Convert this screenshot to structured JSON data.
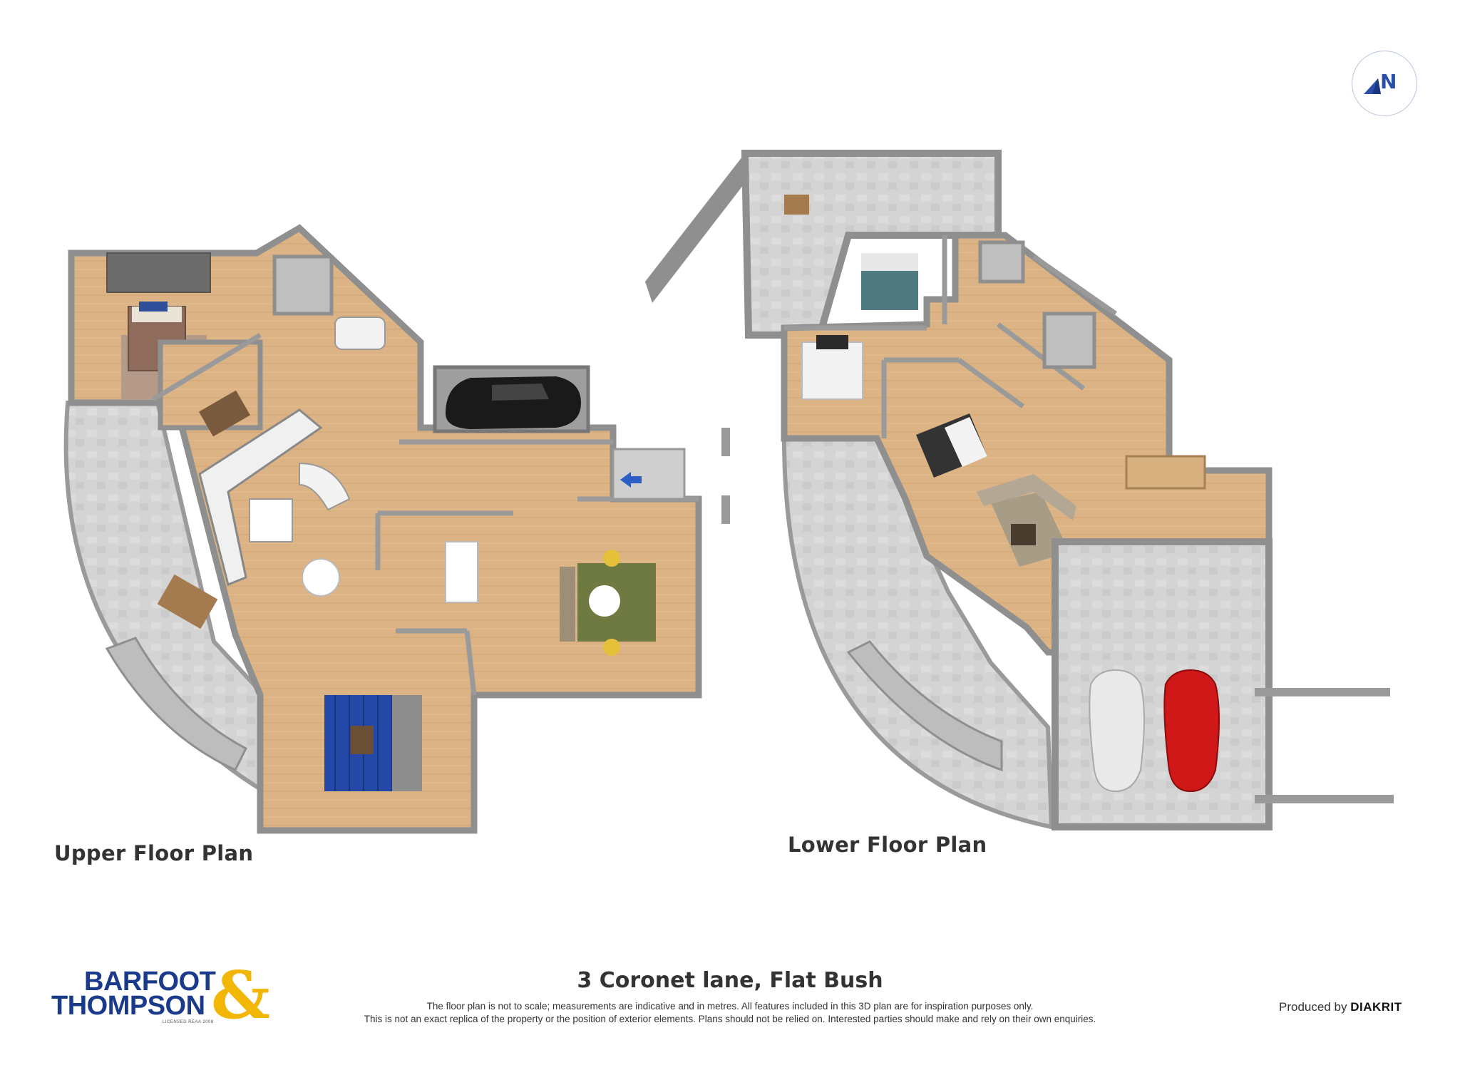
{
  "labels": {
    "upper": "Upper Floor Plan",
    "lower": "Lower Floor Plan"
  },
  "compass": {
    "letter": "N"
  },
  "address": "3 Coronet lane, Flat Bush",
  "disclaimer": {
    "line1": "The floor plan is not to scale; measurements are indicative and in metres. All features included in this 3D plan are for inspiration purposes only.",
    "line2": "This is not an exact replica of the property or the position of exterior elements. Plans should not be relied on. Interested parties should make and rely on their own enquiries."
  },
  "brand": {
    "line1": "BARFOOT",
    "line2": "THOMPSON",
    "ampersand": "&",
    "licence": "LICENSED REAA 2008"
  },
  "producer": {
    "prefix": "Produced by",
    "name": "DIAKRIT"
  },
  "colors": {
    "floor": "#dcb384",
    "wall": "#8f8f8f",
    "deck": "#cfcfcf",
    "tile": "#d7d7d7",
    "brand_blue": "#1a3a8c",
    "brand_gold": "#f2b705",
    "compass_blue": "#2b4fa8"
  }
}
